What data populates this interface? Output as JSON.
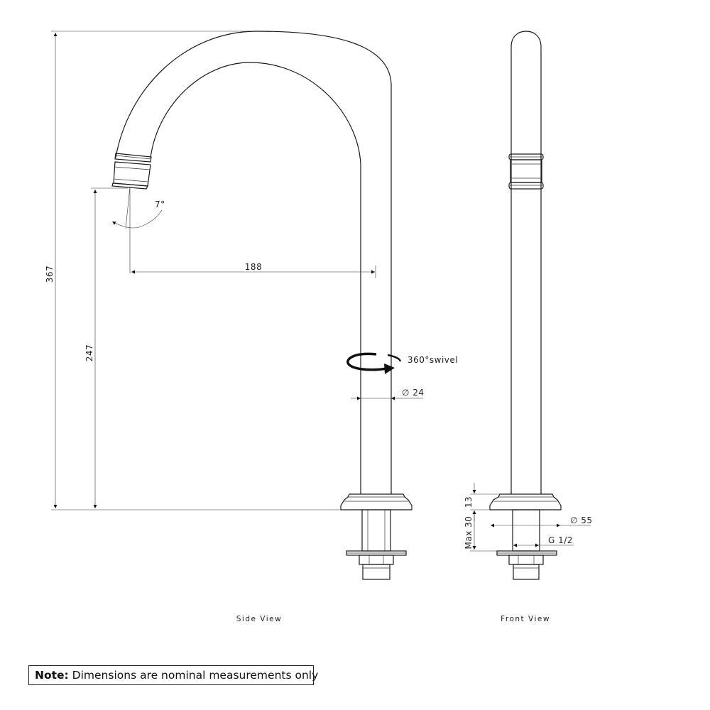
{
  "dimensions": {
    "overall_height": "367",
    "outlet_height": "247",
    "reach": "188",
    "outlet_angle": "7°",
    "swivel": "360°swivel",
    "pipe_diameter": "∅ 24",
    "flange_height": "13",
    "max_mount": "Max 30",
    "flange_diameter": "∅ 55",
    "thread": "G 1/2"
  },
  "views": {
    "side": "Side View",
    "front": "Front View"
  },
  "note": {
    "label": "Note:",
    "text": " Dimensions are nominal measurements only"
  }
}
